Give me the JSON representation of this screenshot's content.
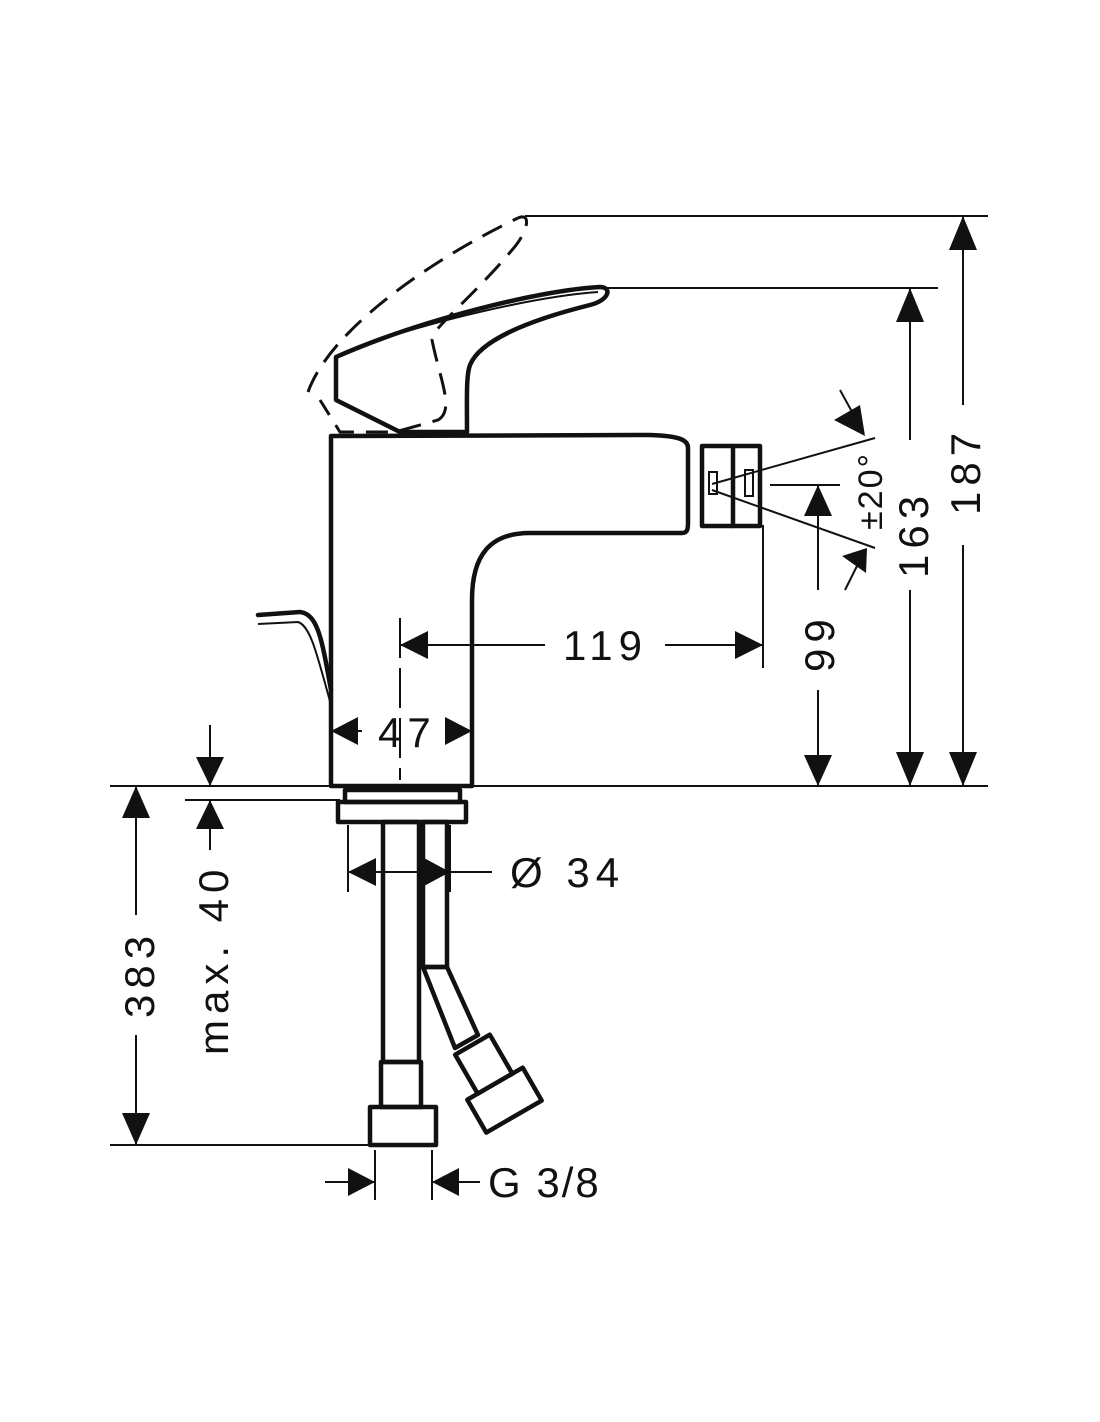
{
  "drawing": {
    "title": "Bidet mixer dimension drawing",
    "dimensions": {
      "total_height": "187",
      "handle_height": "163",
      "spray_angle": "±20°",
      "spout_height": "99",
      "spout_reach": "119",
      "body_width": "47",
      "max_thickness": "max. 40",
      "hose_length": "383",
      "hole_diameter": "Ø 34",
      "connection": "G 3/8"
    },
    "line_color": "#111111"
  }
}
